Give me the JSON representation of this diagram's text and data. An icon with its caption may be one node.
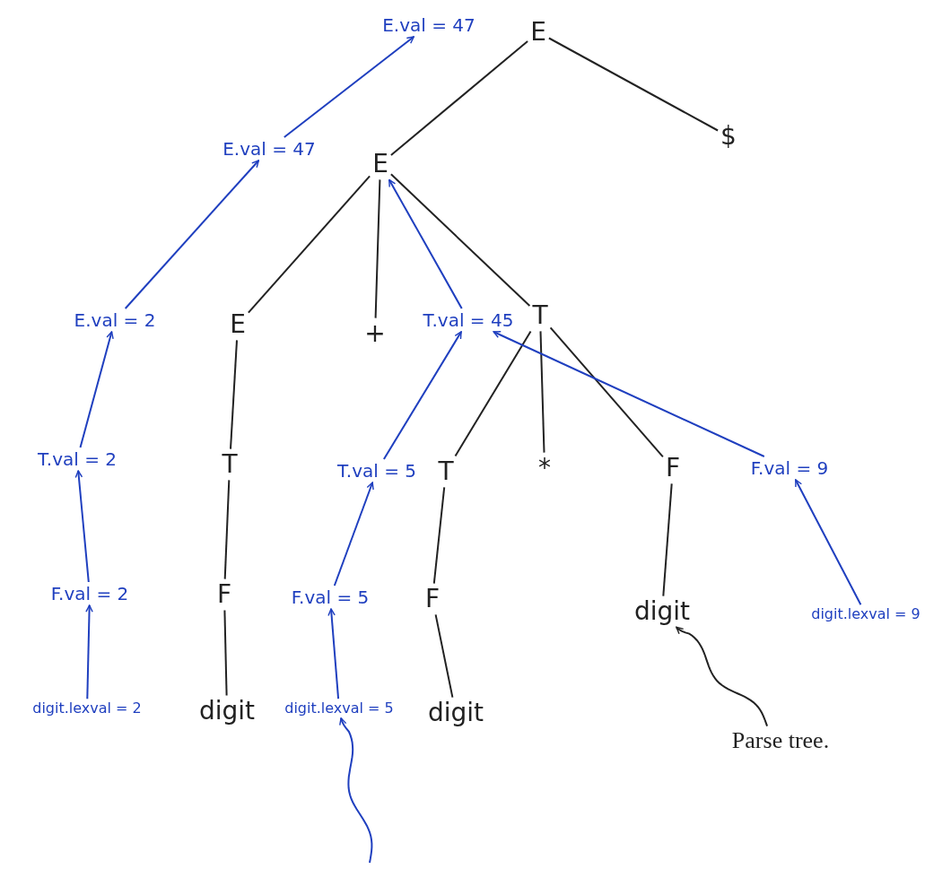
{
  "diagram": {
    "nodes": [
      {
        "text": [
          "E.val = 47"
        ]
      },
      {
        "text": [
          "E"
        ]
      },
      {
        "text": [
          "E.val = 47"
        ]
      },
      {
        "text": [
          "E"
        ]
      },
      {
        "text": [
          "$"
        ]
      },
      {
        "text": [
          "E.val = 2"
        ]
      },
      {
        "text": [
          "E"
        ]
      },
      {
        "text": [
          "+"
        ]
      },
      {
        "text": [
          "T.val = 45"
        ]
      },
      {
        "text": [
          "T"
        ]
      },
      {
        "text": [
          "T.val = 2"
        ]
      },
      {
        "text": [
          "T"
        ]
      },
      {
        "text": [
          "T.val = 5"
        ]
      },
      {
        "text": [
          "T"
        ]
      },
      {
        "text": [
          "*"
        ]
      },
      {
        "text": [
          "F"
        ]
      },
      {
        "text": [
          "F.val = 9"
        ]
      },
      {
        "text": [
          "F.val = 2"
        ]
      },
      {
        "text": [
          "F"
        ]
      },
      {
        "text": [
          "F.val = 5"
        ]
      },
      {
        "text": [
          "F"
        ]
      },
      {
        "text": [
          "digit"
        ]
      },
      {
        "text": [
          "digit.lexval = 9"
        ]
      },
      {
        "text": [
          "digit.lexval = 2"
        ]
      },
      {
        "text": [
          "digit"
        ]
      },
      {
        "text": [
          "digit.lexval = 5"
        ]
      },
      {
        "text": [
          "digit"
        ]
      },
      {
        "text": [
          "Parse tree."
        ]
      }
    ],
    "edges": [
      {
        "from": 1,
        "to": 3,
        "arrow": "none"
      },
      {
        "from": 1,
        "to": 4,
        "arrow": "none"
      },
      {
        "from": 3,
        "to": 6,
        "arrow": "none"
      },
      {
        "from": 3,
        "to": 7,
        "arrow": "none"
      },
      {
        "from": 3,
        "to": 9,
        "arrow": "none"
      },
      {
        "from": 6,
        "to": 11,
        "arrow": "none"
      },
      {
        "from": 11,
        "to": 18,
        "arrow": "none"
      },
      {
        "from": 18,
        "to": 24,
        "arrow": "none"
      },
      {
        "from": 9,
        "to": 13,
        "arrow": "none"
      },
      {
        "from": 9,
        "to": 14,
        "arrow": "none"
      },
      {
        "from": 9,
        "to": 15,
        "arrow": "none"
      },
      {
        "from": 13,
        "to": 20,
        "arrow": "none"
      },
      {
        "from": 20,
        "to": 26,
        "arrow": "none"
      },
      {
        "from": 15,
        "to": 21,
        "arrow": "none"
      },
      {
        "from": 2,
        "to": 0,
        "arrow": "to",
        "color": "#1f3fbf"
      },
      {
        "from": 5,
        "to": 2,
        "arrow": "to",
        "color": "#1f3fbf"
      },
      {
        "from": 8,
        "to": 3,
        "arrow": "to",
        "color": "#1f3fbf"
      },
      {
        "from": 10,
        "to": 5,
        "arrow": "to",
        "color": "#1f3fbf"
      },
      {
        "from": 17,
        "to": 10,
        "arrow": "to",
        "color": "#1f3fbf"
      },
      {
        "from": 23,
        "to": 17,
        "arrow": "to",
        "color": "#1f3fbf"
      },
      {
        "from": 12,
        "to": 8,
        "arrow": "to",
        "color": "#1f3fbf"
      },
      {
        "from": 16,
        "to": 8,
        "arrow": "to",
        "color": "#1f3fbf"
      },
      {
        "from": 19,
        "to": 12,
        "arrow": "to",
        "color": "#1f3fbf"
      },
      {
        "from": 25,
        "to": 19,
        "arrow": "to",
        "color": "#1f3fbf"
      },
      {
        "from": 22,
        "to": 16,
        "arrow": "to",
        "color": "#1f3fbf"
      },
      {
        "from": null,
        "to": 25,
        "arrow": "to",
        "color": "#1f3fbf"
      },
      {
        "from": 27,
        "to": 21,
        "arrow": "to"
      }
    ]
  }
}
